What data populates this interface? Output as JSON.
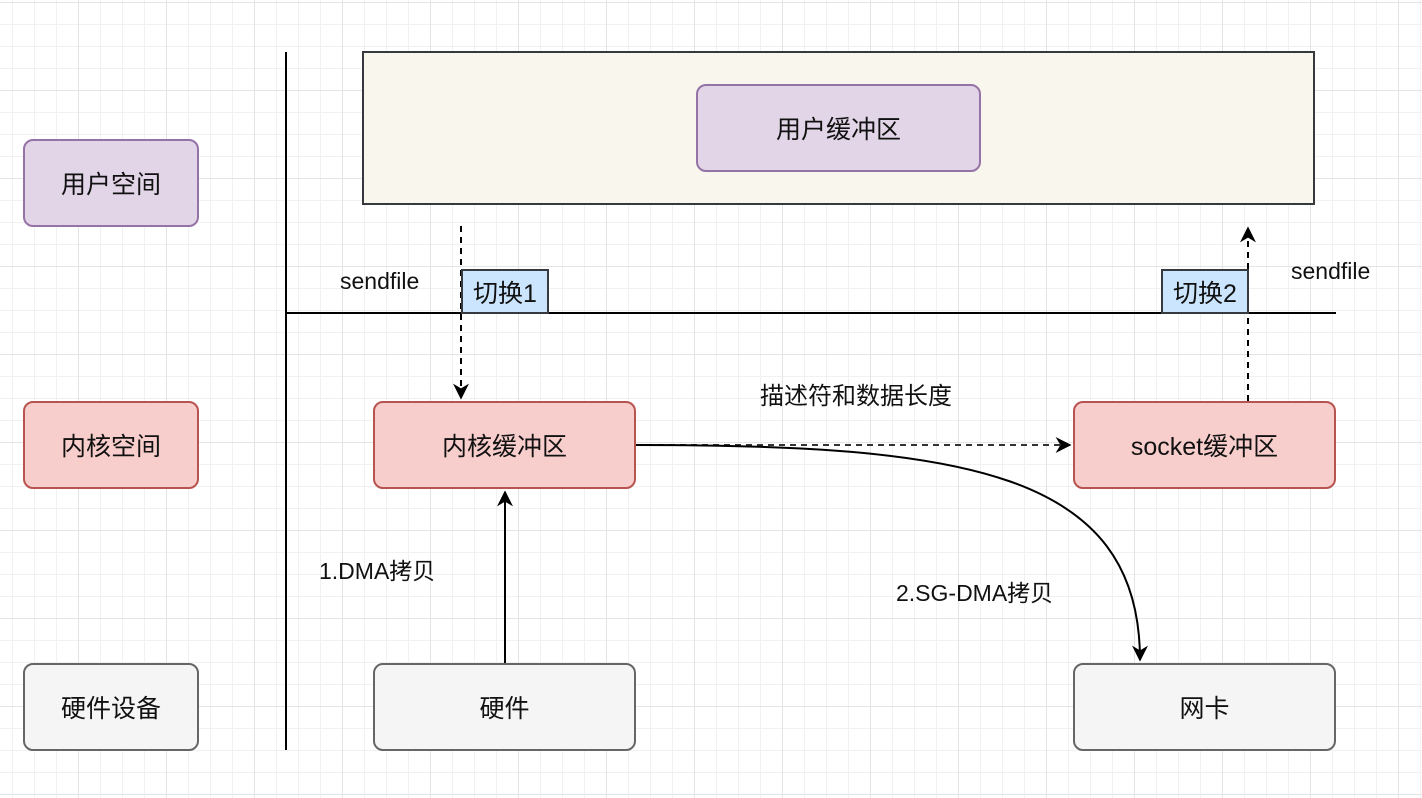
{
  "layers": {
    "user_space": "用户空间",
    "kernel_space": "内核空间",
    "hardware_devices": "硬件设备"
  },
  "nodes": {
    "user_buffer": "用户缓冲区",
    "kernel_buffer": "内核缓冲区",
    "socket_buffer": "socket缓冲区",
    "hardware": "硬件",
    "nic": "网卡"
  },
  "switches": {
    "switch1": "切换1",
    "switch2": "切换2"
  },
  "labels": {
    "sendfile_left": "sendfile",
    "sendfile_right": "sendfile",
    "descriptor": "描述符和数据长度",
    "dma_copy": "1.DMA拷贝",
    "sg_dma_copy": "2.SG-DMA拷贝"
  }
}
